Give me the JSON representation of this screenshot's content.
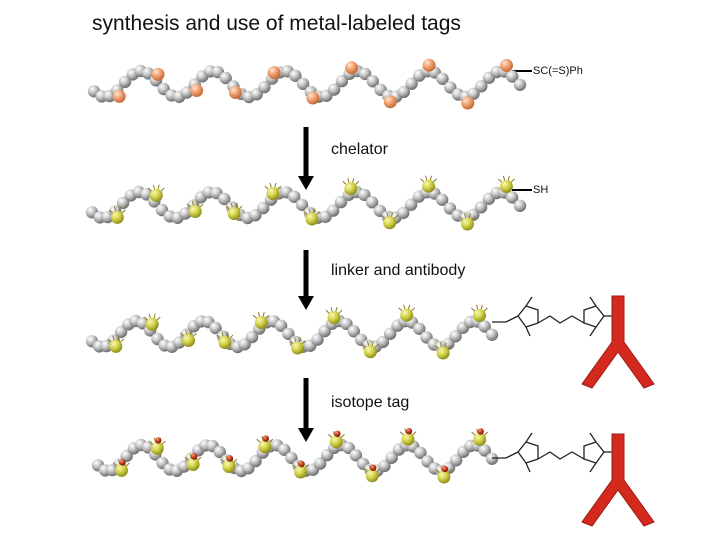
{
  "title": "synthesis and use of metal-labeled tags",
  "steps": [
    {
      "label": "chelator"
    },
    {
      "label": "linker and antibody"
    },
    {
      "label": "isotope tag"
    }
  ],
  "end_groups": {
    "row1": "SC(=S)Ph",
    "row2": "SH"
  },
  "colors": {
    "bead": "#b8b8b8",
    "pendant_orange": "#f0a070",
    "chelator_yellow": "#d4d44a",
    "isotope_red": "#c43a20",
    "antibody_red": "#d42a1e",
    "arrow": "#000000"
  }
}
